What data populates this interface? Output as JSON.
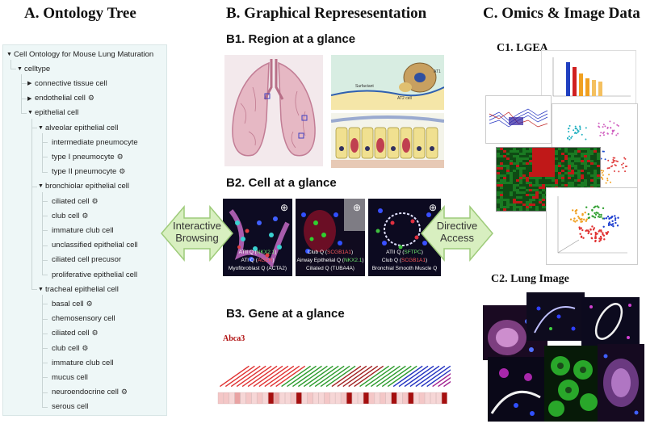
{
  "sections": {
    "a_title": "A. Ontology Tree",
    "b_title": "B. Graphical Represesentation",
    "c_title": "C. Omics & Image Data"
  },
  "subsections": {
    "b1": "B1. Region at a glance",
    "b2": "B2. Cell at a glance",
    "b3": "B3. Gene at a glance",
    "c1": "C1. LGEA",
    "c2": "C2. Lung Image"
  },
  "tree": [
    {
      "label": "Cell Ontology for Mouse Lung Maturation",
      "depth": 0,
      "toggle": "expanded",
      "gear": false
    },
    {
      "label": "celltype",
      "depth": 1,
      "toggle": "expanded",
      "gear": false
    },
    {
      "label": "connective tissue cell",
      "depth": 2,
      "toggle": "collapsed",
      "gear": false
    },
    {
      "label": "endothelial cell",
      "depth": 2,
      "toggle": "collapsed",
      "gear": true
    },
    {
      "label": "epithelial cell",
      "depth": 2,
      "toggle": "expanded",
      "gear": false
    },
    {
      "label": "alveolar epithelial cell",
      "depth": 3,
      "toggle": "expanded",
      "gear": false
    },
    {
      "label": "intermediate pneumocyte",
      "depth": 4,
      "toggle": "none",
      "gear": false
    },
    {
      "label": "type I pneumocyte",
      "depth": 4,
      "toggle": "none",
      "gear": true
    },
    {
      "label": "type II pneumocyte",
      "depth": 4,
      "toggle": "none",
      "gear": true
    },
    {
      "label": "bronchiolar epithelial cell",
      "depth": 3,
      "toggle": "expanded",
      "gear": false
    },
    {
      "label": "ciliated cell",
      "depth": 4,
      "toggle": "none",
      "gear": true
    },
    {
      "label": "club cell",
      "depth": 4,
      "toggle": "none",
      "gear": true
    },
    {
      "label": "immature club cell",
      "depth": 4,
      "toggle": "none",
      "gear": false
    },
    {
      "label": "unclassified epithelial cell",
      "depth": 4,
      "toggle": "none",
      "gear": false
    },
    {
      "label": "ciliated cell precusor",
      "depth": 4,
      "toggle": "none",
      "gear": false
    },
    {
      "label": "proliferative epithelial cell",
      "depth": 4,
      "toggle": "none",
      "gear": false
    },
    {
      "label": "tracheal epithelial cell",
      "depth": 3,
      "toggle": "expanded",
      "gear": false
    },
    {
      "label": "basal cell",
      "depth": 4,
      "toggle": "none",
      "gear": true
    },
    {
      "label": "chemosensory cell",
      "depth": 4,
      "toggle": "none",
      "gear": false
    },
    {
      "label": "ciliated cell",
      "depth": 4,
      "toggle": "none",
      "gear": true
    },
    {
      "label": "club cell",
      "depth": 4,
      "toggle": "none",
      "gear": true
    },
    {
      "label": "immature club cell",
      "depth": 4,
      "toggle": "none",
      "gear": false
    },
    {
      "label": "mucus cell",
      "depth": 4,
      "toggle": "none",
      "gear": false
    },
    {
      "label": "neuroendocrine cell",
      "depth": 4,
      "toggle": "none",
      "gear": true
    },
    {
      "label": "serous cell",
      "depth": 4,
      "toggle": "none",
      "gear": false
    }
  ],
  "arrows": {
    "left_line1": "Interactive",
    "left_line2": "Browsing",
    "right_line1": "Directive",
    "right_line2": "Access"
  },
  "cell_panels": [
    {
      "lines": [
        [
          {
            "t": "ATII ",
            "c": "w"
          },
          {
            "t": "Q (",
            "c": "w"
          },
          {
            "t": "NKX2.1",
            "c": "g"
          },
          {
            "t": ")",
            "c": "w"
          }
        ],
        [
          {
            "t": "ATI ",
            "c": "w"
          },
          {
            "t": "Q (",
            "c": "w"
          },
          {
            "t": "AGER",
            "c": "r"
          },
          {
            "t": ")",
            "c": "w"
          }
        ],
        [
          {
            "t": "Myofibroblast ",
            "c": "w"
          },
          {
            "t": "Q (ACTA2)",
            "c": "w"
          }
        ]
      ]
    },
    {
      "lines": [
        [
          {
            "t": "Club ",
            "c": "w"
          },
          {
            "t": "Q (",
            "c": "w"
          },
          {
            "t": "SCGB1A1",
            "c": "r"
          },
          {
            "t": ")",
            "c": "w"
          }
        ],
        [
          {
            "t": "Airway Epithelial ",
            "c": "w"
          },
          {
            "t": "Q (",
            "c": "w"
          },
          {
            "t": "NKX2.1",
            "c": "g"
          },
          {
            "t": ")",
            "c": "w"
          }
        ],
        [
          {
            "t": "Ciliated ",
            "c": "w"
          },
          {
            "t": "Q (TUBA4A)",
            "c": "w"
          }
        ]
      ]
    },
    {
      "lines": [
        [
          {
            "t": "ATII ",
            "c": "w"
          },
          {
            "t": "Q (",
            "c": "w"
          },
          {
            "t": "SFTPC",
            "c": "g"
          },
          {
            "t": ")",
            "c": "w"
          }
        ],
        [
          {
            "t": "Club ",
            "c": "w"
          },
          {
            "t": "Q (",
            "c": "w"
          },
          {
            "t": "SCGB1A1",
            "c": "r"
          },
          {
            "t": ")",
            "c": "w"
          }
        ],
        [
          {
            "t": "Bronchial Smooth Muscle ",
            "c": "w"
          },
          {
            "t": "Q",
            "c": "w"
          }
        ]
      ]
    }
  ],
  "gene": {
    "name": "Abca3",
    "heat_colors": [
      "#f4c7c7",
      "#f4c7c7",
      "#f6d6d6",
      "#e9a3a3",
      "#f6d6d6",
      "#f4c7c7",
      "#f6d6d6",
      "#f4c7c7",
      "#f6d6d6",
      "#a50f0f",
      "#e9a3a3",
      "#f6d6d6",
      "#f6d6d6",
      "#f4c7c7",
      "#a50f0f",
      "#f6d6d6",
      "#f4c7c7",
      "#f6d6d6",
      "#f6d6d6",
      "#f4c7c7",
      "#f6d6d6",
      "#f6d6d6",
      "#f4c7c7",
      "#a50f0f",
      "#f6d6d6",
      "#f6d6d6",
      "#a50f0f",
      "#f4c7c7",
      "#f6d6d6",
      "#f4c7c7",
      "#f6d6d6",
      "#a50f0f",
      "#f6d6d6",
      "#f4c7c7",
      "#a50f0f",
      "#f6d6d6",
      "#f4c7c7",
      "#f6d6d6",
      "#f6d6d6",
      "#f6d6d6",
      "#a50f0f"
    ],
    "label_colors": [
      "#e03030",
      "#e03030",
      "#e03030",
      "#e03030",
      "#e03030",
      "#e03030",
      "#e03030",
      "#e03030",
      "#e03030",
      "#e03030",
      "#e03030",
      "#2a9a2a",
      "#2a9a2a",
      "#2a9a2a",
      "#2a9a2a",
      "#2a9a2a",
      "#2a9a2a",
      "#2a9a2a",
      "#2a9a2a",
      "#2a9a2a",
      "#a02020",
      "#a02020",
      "#a02020",
      "#a02020",
      "#a02020",
      "#2a9a2a",
      "#2a9a2a",
      "#2a9a2a",
      "#2a9a2a",
      "#2a9a2a",
      "#2a9a2a",
      "#2030c0",
      "#2030c0",
      "#2030c0",
      "#2030c0",
      "#2030c0",
      "#2030c0",
      "#2030c0",
      "#a02090",
      "#a02090",
      "#a02090"
    ]
  },
  "colors": {
    "tree_bg": "#eef7f7",
    "arrow_fill": "#d8efc0",
    "arrow_stroke": "#9ecb7a"
  }
}
